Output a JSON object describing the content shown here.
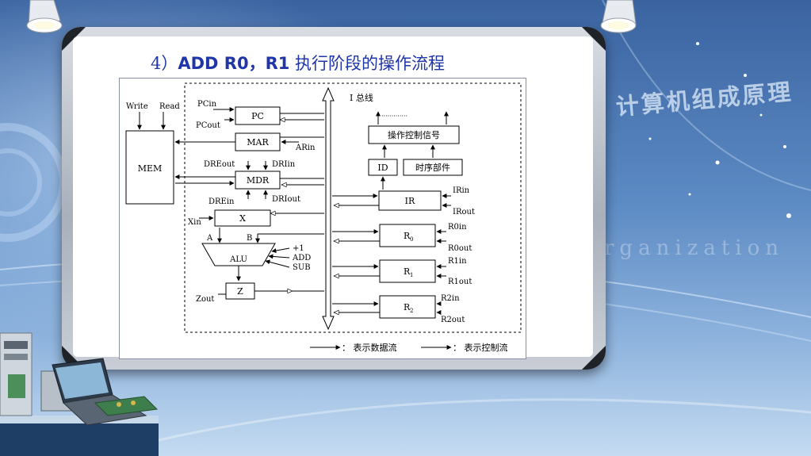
{
  "slide": {
    "title_num": "4）",
    "title_main": "ADD R0，R1",
    "title_rest": " 执行阶段的操作流程",
    "side_title": "计算机组成原理",
    "side_eng": "rganization"
  },
  "diagram": {
    "mem_controls": [
      "Write",
      "Read"
    ],
    "mem": "MEM",
    "pc": "PC",
    "pc_in": "PCin",
    "pc_out": "PCout",
    "mar": "MAR",
    "ar_in": "ARin",
    "mdr": "MDR",
    "dre_out": "DREout",
    "dr_in": "DRIin",
    "dre_in": "DREin",
    "dr_out": "DRIout",
    "x": "X",
    "x_in": "Xin",
    "alu_a": "A",
    "alu_b": "B",
    "alu": "ALU",
    "alu_ops": [
      "+1",
      "ADD",
      "SUB"
    ],
    "z": "Z",
    "z_out": "Zout",
    "bus": "I 总线",
    "control_signals": "操作控制信号",
    "id": "ID",
    "timing": "时序部件",
    "dots": "·············",
    "ir": "IR",
    "ir_in": "IRin",
    "ir_out": "IRout",
    "registers": [
      {
        "label": "R",
        "sub": "0",
        "in": "R0in",
        "out": "R0out"
      },
      {
        "label": "R",
        "sub": "1",
        "in": "R1in",
        "out": "R1out"
      },
      {
        "label": "R",
        "sub": "2",
        "in": "R2in",
        "out": "R2out"
      }
    ],
    "legend_data": "：  表示数据流",
    "legend_control": "：  表示控制流"
  },
  "colors": {
    "title": "#1f35a8",
    "background_top": "#3f6aa6",
    "background_bottom": "#b9d3ee",
    "board_frame": "#b5bcc6"
  }
}
